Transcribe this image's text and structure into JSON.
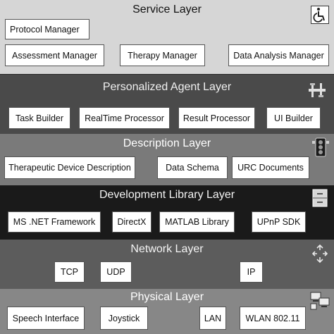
{
  "layers": {
    "service": {
      "title": "Service Layer",
      "icon": "wheelchair-icon",
      "items": [
        "Protocol Manager",
        "Assessment Manager",
        "Therapy Manager",
        "Data Analysis Manager"
      ]
    },
    "agent": {
      "title": "Personalized Agent Layer",
      "icon": "tools-icon",
      "items": [
        "Task Builder",
        "RealTime Processor",
        "Result Processor",
        "UI Builder"
      ]
    },
    "description": {
      "title": "Description Layer",
      "icon": "traffic-light-icon",
      "items": [
        "Therapeutic Device Description",
        "Data Schema",
        "URC Documents"
      ]
    },
    "devlib": {
      "title": "Development Library Layer",
      "icon": "cabinet-icon",
      "items": [
        "MS .NET Framework",
        "DirectX",
        "MATLAB Library",
        "UPnP SDK"
      ]
    },
    "network": {
      "title": "Network Layer",
      "icon": "arrows-icon",
      "items": [
        "TCP",
        "UDP",
        "IP"
      ]
    },
    "physical": {
      "title": "Physical Layer",
      "icon": "devices-icon",
      "items": [
        "Speech Interface",
        "Joystick",
        "LAN",
        "WLAN 802.11"
      ]
    }
  },
  "colors": {
    "service_bg": "#d6d6d6",
    "agent_bg": "#4a4a4a",
    "description_bg": "#7a7a7a",
    "devlib_bg": "#1a1a1a",
    "network_bg": "#5c5c5c",
    "physical_bg": "#878787"
  }
}
